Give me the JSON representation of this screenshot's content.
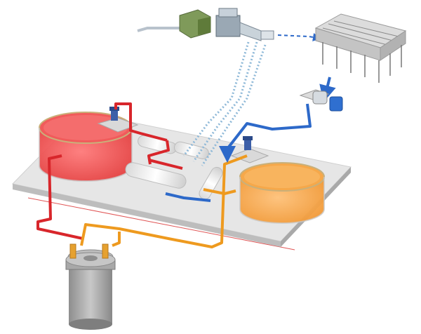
{
  "diagram": {
    "kind": "molten-salt energy storage plant schematic",
    "labels": [],
    "components": [
      {
        "id": "hot-storage-tank",
        "color": "#e23b3b"
      },
      {
        "id": "cold-storage-tank",
        "color": "#f2a23c"
      },
      {
        "id": "heat-exchangers"
      },
      {
        "id": "steam-turbine-generator"
      },
      {
        "id": "air-cooled-condenser"
      },
      {
        "id": "feedwater-pump",
        "color": "#2f6fd0"
      },
      {
        "id": "heat-source-vessel"
      }
    ],
    "flows": [
      {
        "id": "hot-salt-loop",
        "color": "#d8262b"
      },
      {
        "id": "cold-salt-loop",
        "color": "#ee9a1f"
      },
      {
        "id": "cold-water-loop",
        "color": "#2d69c9"
      },
      {
        "id": "steam-line",
        "color": "#8fb9d8",
        "style": "dotted"
      },
      {
        "id": "condensate-line",
        "color": "#2d69c9",
        "style": "dashed"
      }
    ]
  }
}
